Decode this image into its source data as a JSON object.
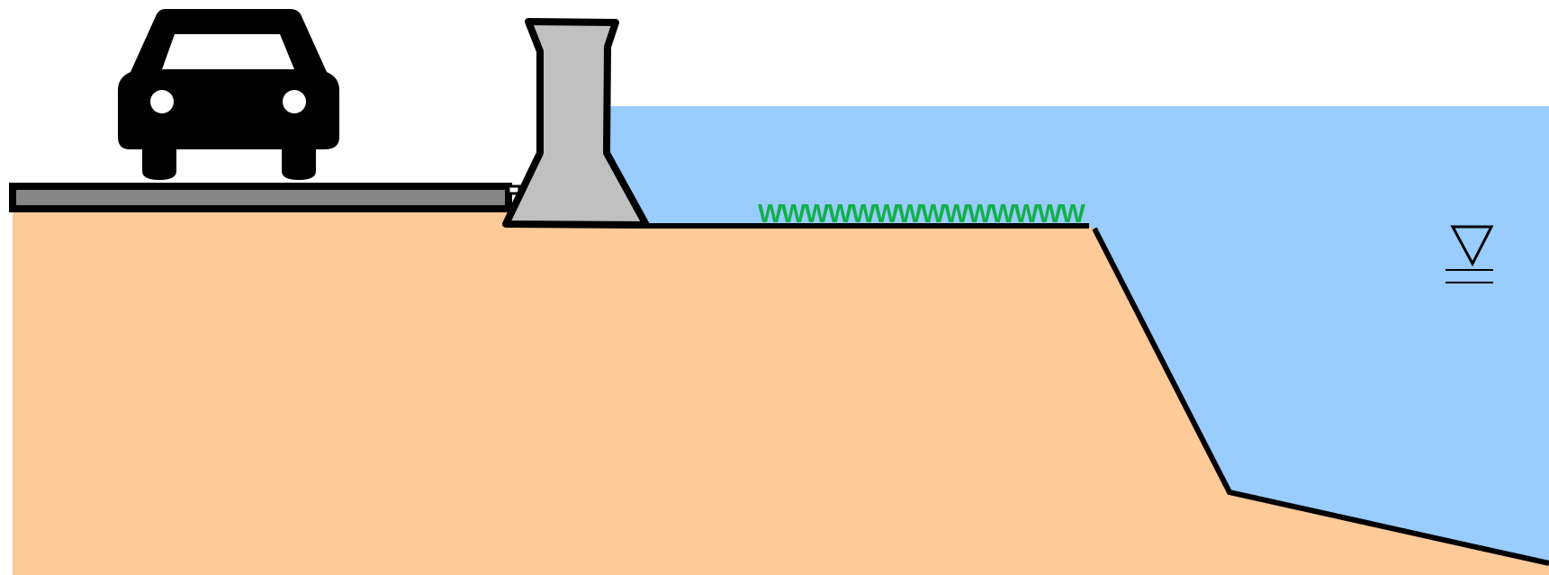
{
  "diagram": {
    "type": "cross-section",
    "elements": [
      {
        "id": "car",
        "icon": "car-icon"
      },
      {
        "id": "road-slab"
      },
      {
        "id": "flood-wall"
      },
      {
        "id": "vegetation",
        "text": "WWWWWWWWWWWWWW"
      },
      {
        "id": "riverbank-slope"
      },
      {
        "id": "water-level-marker",
        "icon": "water-level-triangle-icon"
      }
    ]
  },
  "colors": {
    "background": "#ffffff",
    "soil": "#FDCA98",
    "water": "#99CCFF",
    "road_fill": "#858585",
    "wall_fill": "#C0C0C0",
    "vegetation": "#12B04A",
    "outline": "#000000"
  }
}
